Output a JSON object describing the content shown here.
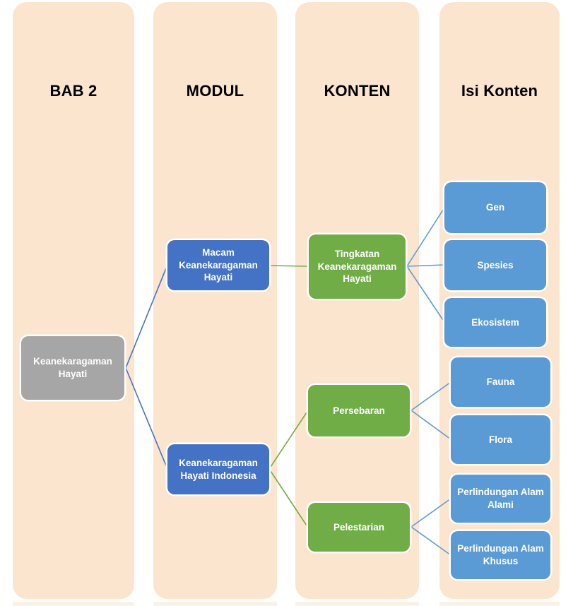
{
  "diagram": {
    "type": "hierarchy",
    "palette": {
      "column_background": "#FCE5CE",
      "root_gray": "#A6A6A6",
      "module_blue": "#4472C4",
      "content_green": "#70AD47",
      "leaf_blue": "#5B9BD5",
      "edge_blue": "#4472C4",
      "edge_light_blue": "#5B9BD5",
      "edge_green": "#70AD47",
      "node_text": "#ffffff",
      "header_text": "#000000"
    },
    "columns": [
      {
        "header": "BAB 2"
      },
      {
        "header": "MODUL"
      },
      {
        "header": "KONTEN"
      },
      {
        "header": "Isi Konten"
      }
    ],
    "nodes": {
      "root": {
        "label": "Keanekaragaman\nHayati",
        "column": "BAB 2",
        "color": "gray"
      },
      "macam": {
        "label": "Macam\nKeanekaragaman\nHayati",
        "column": "MODUL",
        "color": "dark-blue"
      },
      "khi": {
        "label": "Keanekaragaman\nHayati Indonesia",
        "column": "MODUL",
        "color": "dark-blue"
      },
      "tingkatan": {
        "label": "Tingkatan\nKeanekaragaman\nHayati",
        "column": "KONTEN",
        "color": "green"
      },
      "persebaran": {
        "label": "Persebaran",
        "column": "KONTEN",
        "color": "green"
      },
      "pelestarian": {
        "label": "Pelestarian",
        "column": "KONTEN",
        "color": "green"
      },
      "gen": {
        "label": "Gen",
        "column": "Isi Konten",
        "color": "light-blue"
      },
      "spesies": {
        "label": "Spesies",
        "column": "Isi Konten",
        "color": "light-blue"
      },
      "ekosistem": {
        "label": "Ekosistem",
        "column": "Isi Konten",
        "color": "light-blue"
      },
      "fauna": {
        "label": "Fauna",
        "column": "Isi Konten",
        "color": "light-blue"
      },
      "flora": {
        "label": "Flora",
        "column": "Isi Konten",
        "color": "light-blue"
      },
      "alami": {
        "label": "Perlindungan Alam\nAlami",
        "column": "Isi Konten",
        "color": "light-blue"
      },
      "khusus": {
        "label": "Perlindungan Alam\nKhusus",
        "column": "Isi Konten",
        "color": "light-blue"
      }
    },
    "edges": [
      {
        "from": "root",
        "to": "macam",
        "color": "blue"
      },
      {
        "from": "root",
        "to": "khi",
        "color": "blue"
      },
      {
        "from": "macam",
        "to": "tingkatan",
        "color": "green"
      },
      {
        "from": "tingkatan",
        "to": "gen",
        "color": "light-blue"
      },
      {
        "from": "tingkatan",
        "to": "spesies",
        "color": "light-blue"
      },
      {
        "from": "tingkatan",
        "to": "ekosistem",
        "color": "light-blue"
      },
      {
        "from": "khi",
        "to": "persebaran",
        "color": "green"
      },
      {
        "from": "khi",
        "to": "pelestarian",
        "color": "green"
      },
      {
        "from": "persebaran",
        "to": "fauna",
        "color": "light-blue"
      },
      {
        "from": "persebaran",
        "to": "flora",
        "color": "light-blue"
      },
      {
        "from": "pelestarian",
        "to": "alami",
        "color": "light-blue"
      },
      {
        "from": "pelestarian",
        "to": "khusus",
        "color": "light-blue"
      }
    ]
  }
}
